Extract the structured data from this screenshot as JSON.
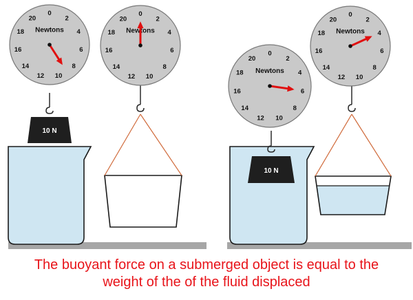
{
  "dial": {
    "unit_label": "Newtons",
    "ticks": [
      "0",
      "2",
      "4",
      "6",
      "8",
      "10",
      "12",
      "14",
      "16",
      "18",
      "20"
    ]
  },
  "scale_readings": {
    "left_object_in_air": 9,
    "left_catch_bucket_empty": 0,
    "right_object_submerged": 6,
    "right_catch_bucket_with_fluid": 4
  },
  "weights": {
    "left_label": "10 N",
    "right_label": "10 N"
  },
  "caption": {
    "line1": "The buoyant force on a submerged object is equal to the",
    "line2": "weight of the of the fluid displaced"
  },
  "colors": {
    "dial_face": "#c9c9c9",
    "needle": "#e01010",
    "water": "#cfe6f2",
    "string": "#d06a3a",
    "caption": "#e8141a"
  }
}
